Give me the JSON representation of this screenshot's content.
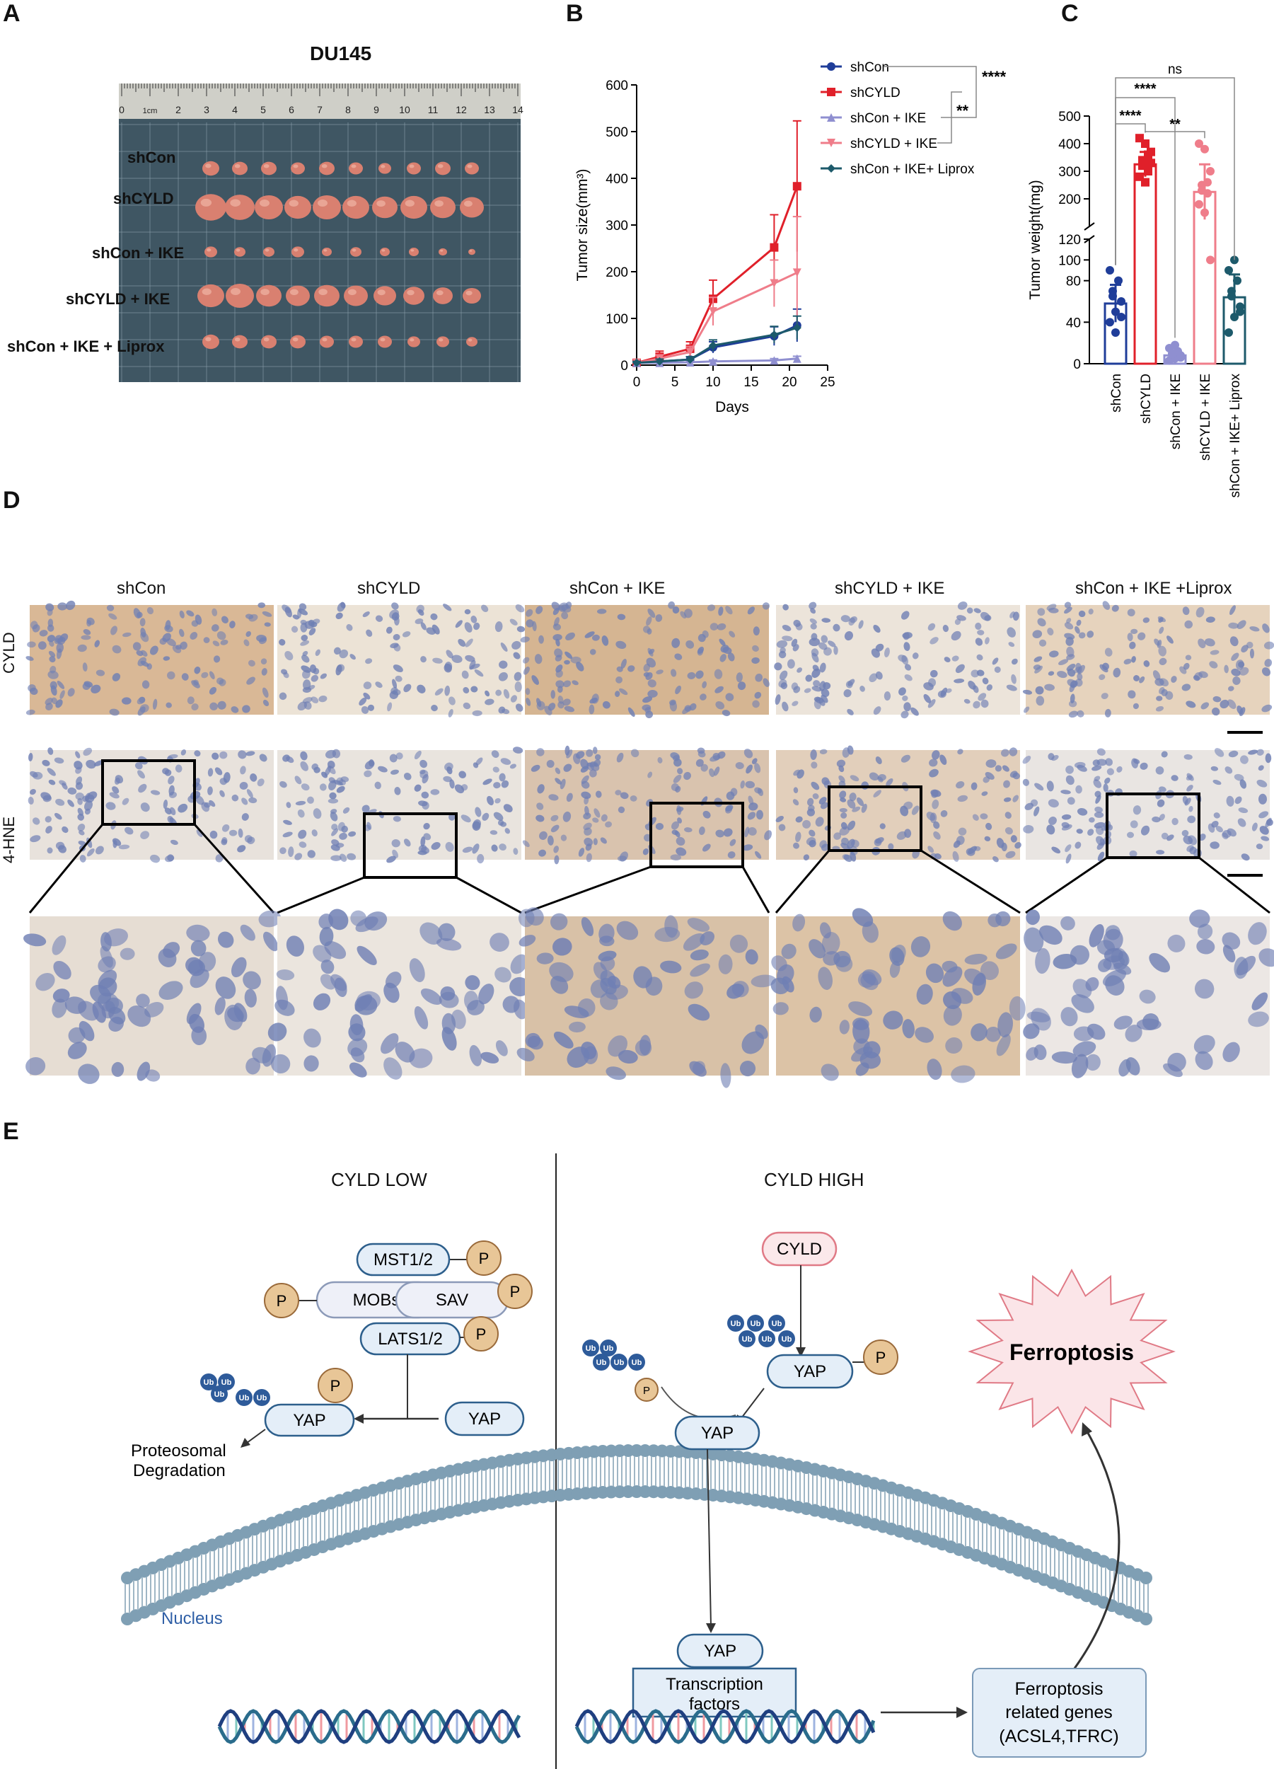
{
  "panel_labels": {
    "a": "A",
    "b": "B",
    "c": "C",
    "d": "D",
    "e": "E"
  },
  "panel_a": {
    "title": "DU145",
    "rows": [
      "shCon",
      "shCYLD",
      "shCon + IKE",
      "shCYLD + IKE",
      "shCon + IKE + Liprox"
    ],
    "ruler_numbers": [
      "0",
      "1cm",
      "2",
      "3",
      "4",
      "5",
      "6",
      "7",
      "8",
      "9",
      "10",
      "11",
      "12",
      "13",
      "14"
    ],
    "colors": {
      "board": "#3f5663",
      "tumor": "#d98070"
    }
  },
  "chart_data": [
    {
      "type": "line",
      "panel": "B",
      "xlabel": "Days",
      "ylabel": "Tumor size(mm³)",
      "xlim": [
        0,
        25
      ],
      "ylim": [
        0,
        600
      ],
      "xticks": [
        0,
        5,
        10,
        15,
        20,
        25
      ],
      "yticks": [
        0,
        100,
        200,
        300,
        400,
        500,
        600
      ],
      "legend_position": "top-right",
      "x": [
        0,
        3,
        7,
        10,
        18,
        21
      ],
      "series": [
        {
          "name": "shCon",
          "color": "#1f3d99",
          "marker": "circle",
          "values": [
            5,
            8,
            12,
            38,
            62,
            85
          ],
          "errors": [
            3,
            5,
            6,
            12,
            20,
            35
          ]
        },
        {
          "name": "shCYLD",
          "color": "#e0202a",
          "marker": "square",
          "values": [
            5,
            18,
            35,
            142,
            252,
            383
          ],
          "errors": [
            3,
            12,
            15,
            40,
            70,
            140
          ]
        },
        {
          "name": "shCon + IKE",
          "color": "#8f8fd0",
          "marker": "triangle-up",
          "values": [
            5,
            5,
            6,
            8,
            10,
            14
          ],
          "errors": [
            2,
            2,
            2,
            3,
            4,
            5
          ]
        },
        {
          "name": "shCYLD + IKE",
          "color": "#ef7d8a",
          "marker": "triangle-down",
          "values": [
            5,
            14,
            28,
            115,
            175,
            198
          ],
          "errors": [
            3,
            8,
            12,
            30,
            50,
            120
          ]
        },
        {
          "name": "shCon + IKE+ Liprox",
          "color": "#1d5a6b",
          "marker": "diamond",
          "values": [
            5,
            8,
            12,
            42,
            65,
            80
          ],
          "errors": [
            3,
            5,
            6,
            12,
            18,
            25
          ]
        }
      ],
      "annotations": [
        "****",
        "**"
      ]
    },
    {
      "type": "bar",
      "panel": "C",
      "ylabel": "Tumor weight(mg)",
      "categories": [
        "shCon",
        "shCYLD",
        "shCon + IKE",
        "shCYLD + IKE",
        "shCon + IKE+ Liprox"
      ],
      "values": [
        58,
        325,
        8,
        225,
        64
      ],
      "errors": [
        18,
        45,
        5,
        100,
        22
      ],
      "points": [
        [
          40,
          50,
          60,
          70,
          80,
          90,
          30,
          45,
          65
        ],
        [
          420,
          400,
          370,
          340,
          300,
          280,
          260,
          330,
          320,
          360
        ],
        [
          3,
          5,
          8,
          10,
          12,
          15,
          18,
          6,
          9
        ],
        [
          400,
          380,
          300,
          250,
          220,
          180,
          150,
          100,
          230,
          260
        ],
        [
          30,
          45,
          55,
          65,
          80,
          90,
          100,
          50,
          70
        ]
      ],
      "colors": [
        "#1f3d99",
        "#e0202a",
        "#8f8fd0",
        "#ef7d8a",
        "#1d5a6b"
      ],
      "y_axis_break": [
        120,
        100
      ],
      "yticks_lower": [
        0,
        40,
        80,
        120
      ],
      "yticks_upper": [
        100,
        200,
        300,
        400,
        500
      ],
      "significance": [
        "ns",
        "****",
        "****",
        "**"
      ]
    }
  ],
  "panel_d": {
    "columns": [
      "shCon",
      "shCYLD",
      "shCon + IKE",
      "shCYLD + IKE",
      "shCon + IKE +Liprox"
    ],
    "row_labels": [
      "CYLD",
      "4-HNE"
    ]
  },
  "panel_e": {
    "left_title": "CYLD LOW",
    "right_title": "CYLD HIGH",
    "nodes": {
      "mst": "MST1/2",
      "mobs": "MOBs",
      "sav": "SAV",
      "lats": "LATS1/2",
      "p": "P",
      "yap": "YAP",
      "cyld": "CYLD",
      "ub": "Ub",
      "tf_line1": "Transcription",
      "tf_line2": "factors",
      "ferro": "Ferroptosis",
      "genes_line1": "Ferroptosis",
      "genes_line2": "related genes",
      "genes_line3": "(ACSL4,TFRC)",
      "proteo_line1": "Proteosomal",
      "proteo_line2": "Degradation",
      "nucleus": "Nucleus"
    }
  }
}
